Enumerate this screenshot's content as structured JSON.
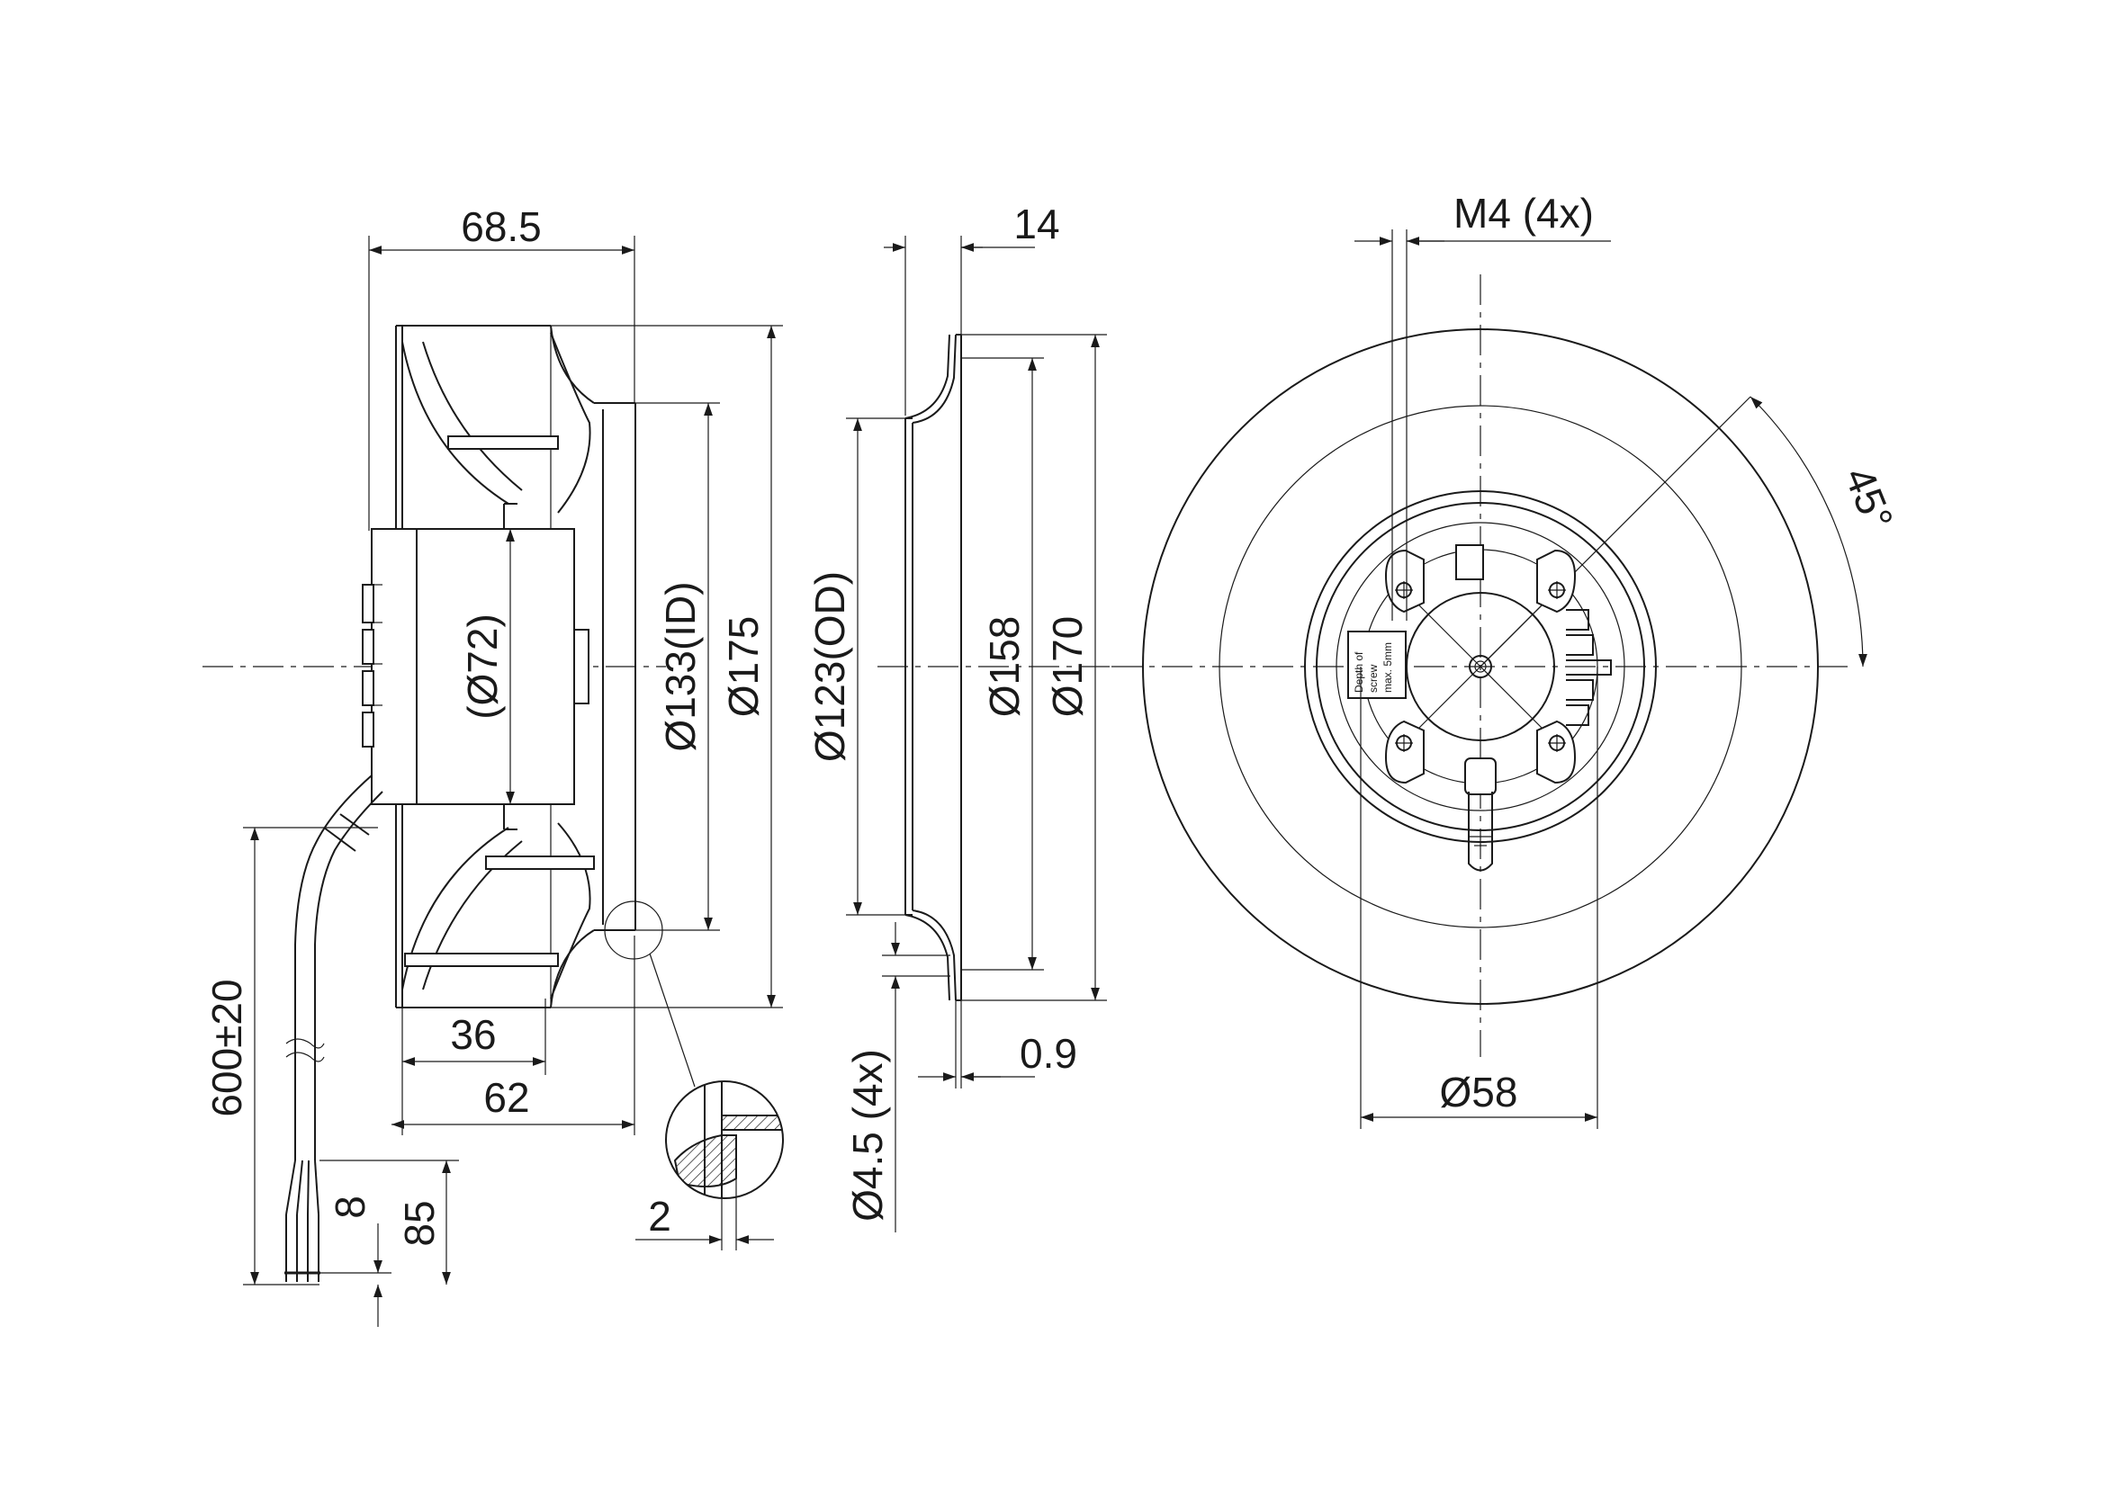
{
  "side_view": {
    "dim_width": "68.5",
    "dim_motor": "(Ø72)",
    "dim_inlet_id": "Ø133(ID)",
    "dim_outer": "Ø175",
    "dim_36": "36",
    "dim_62": "62",
    "dim_cable": "600±20",
    "dim_8": "8",
    "dim_85": "85",
    "dim_2": "2"
  },
  "ring_view": {
    "dim_14": "14",
    "dim_od": "Ø123(OD)",
    "dim_158": "Ø158",
    "dim_170": "Ø170",
    "dim_hole": "Ø4.5 (4x)",
    "dim_09": "0.9"
  },
  "front_view": {
    "dim_thread": "M4 (4x)",
    "dim_angle": "45°",
    "dim_58": "Ø58",
    "label_line1": "Depth of",
    "label_line2": "screw",
    "label_line3": "max. 5mm"
  }
}
